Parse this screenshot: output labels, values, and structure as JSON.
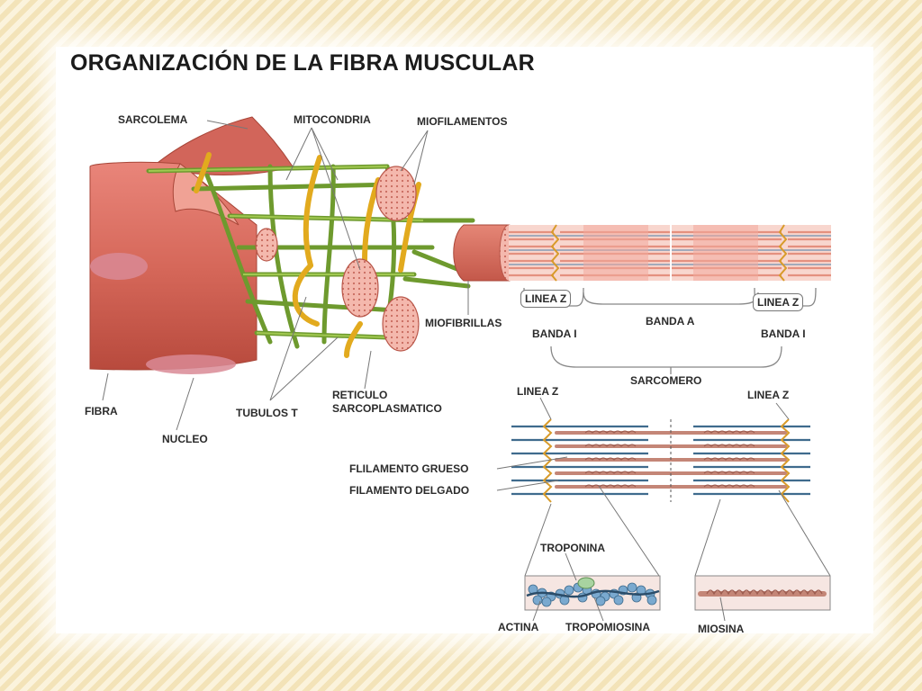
{
  "title": "ORGANIZACIÓN DE LA FIBRA MUSCULAR",
  "labels": {
    "sarcolema": "SARCOLEMA",
    "mitocondria": "MITOCONDRIA",
    "miofilamentos": "MIOFILAMENTOS",
    "miofibrillas": "MIOFIBRILLAS",
    "fibra": "FIBRA",
    "nucleo": "NUCLEO",
    "tubulos_t": "TUBULOS T",
    "reticulo_line1": "RETICULO",
    "reticulo_line2": "SARCOPLASMATICO",
    "linea_z": "LINEA Z",
    "banda_a": "BANDA A",
    "banda_i": "BANDA I",
    "sarcomero": "SARCOMERO",
    "filamento_grueso": "FLILAMENTO GRUESO",
    "filamento_delgado": "FILAMENTO DELGADO",
    "troponina": "TROPONINA",
    "actina": "ACTINA",
    "tropomiosina": "TROPOMIOSINA",
    "miosina": "MIOSINA"
  },
  "colors": {
    "muscle": "#d96a5a",
    "muscle_dark": "#b94a3c",
    "reticulum": "#7fa83a",
    "tubule": "#e7b428",
    "band_pink": "#f2a99c",
    "filament_thick": "#c98b7c",
    "filament_thin": "#3d6d8f",
    "actin": "#7aa9cf"
  }
}
